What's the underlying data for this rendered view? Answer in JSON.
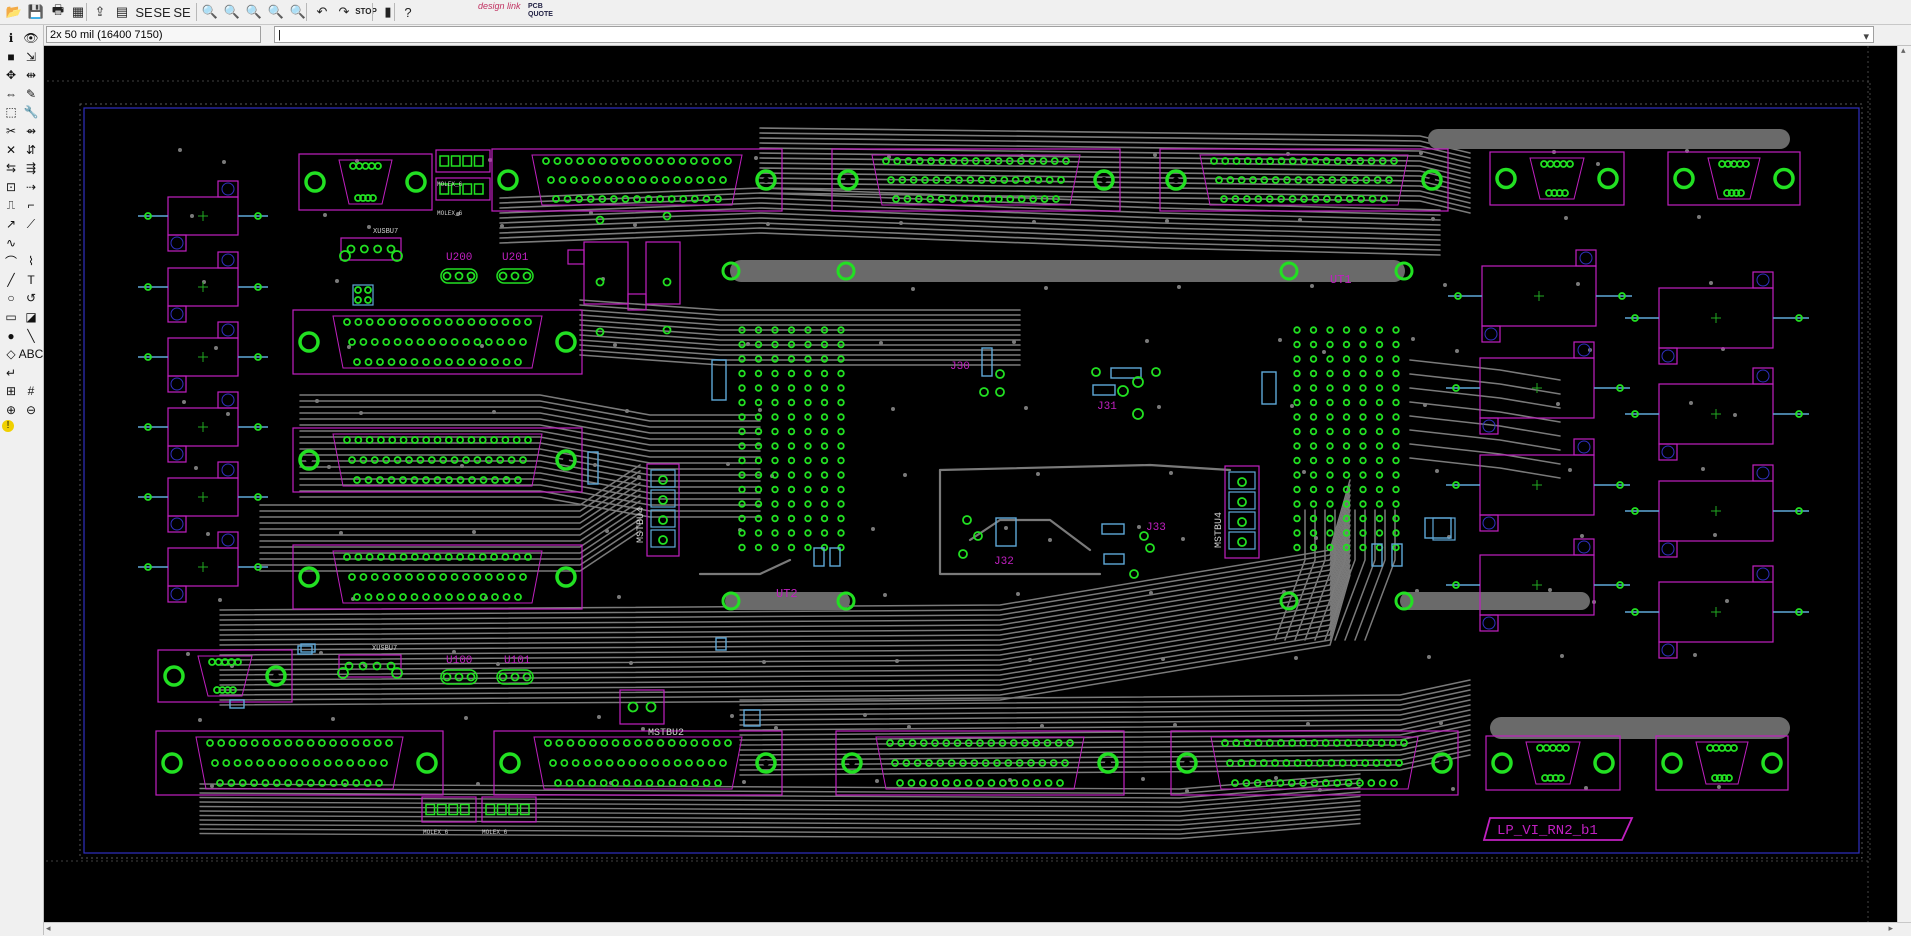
{
  "toolbar": {
    "buttons": [
      {
        "id": "open",
        "icon": "folder-open-icon",
        "glyph": "📂"
      },
      {
        "id": "save",
        "icon": "save-icon",
        "glyph": "💾"
      },
      {
        "id": "print",
        "icon": "print-icon",
        "glyph": "🖶"
      },
      {
        "id": "layers",
        "icon": "layers-icon",
        "glyph": "▦"
      },
      {
        "id": "export",
        "icon": "export-icon",
        "glyph": "⇪"
      },
      {
        "id": "library",
        "icon": "library-icon",
        "glyph": "▤"
      },
      {
        "id": "sel",
        "icon": "sel-icon",
        "glyph": "SE"
      },
      {
        "id": "sel2",
        "icon": "sel-icon",
        "glyph": "SE"
      },
      {
        "id": "sel3",
        "icon": "sel-icon",
        "glyph": "SE"
      },
      {
        "id": "zoom-fit",
        "icon": "zoom-fit-icon",
        "glyph": "🔍"
      },
      {
        "id": "zoom-in",
        "icon": "zoom-in-icon",
        "glyph": "🔍"
      },
      {
        "id": "zoom-out",
        "icon": "zoom-out-icon",
        "glyph": "🔍"
      },
      {
        "id": "zoom-prev",
        "icon": "zoom-prev-icon",
        "glyph": "🔍"
      },
      {
        "id": "zoom-select",
        "icon": "zoom-select-icon",
        "glyph": "🔍"
      },
      {
        "id": "undo",
        "icon": "undo-icon",
        "glyph": "↶"
      },
      {
        "id": "redo",
        "icon": "redo-icon",
        "glyph": "↷"
      },
      {
        "id": "stop",
        "icon": "stop-icon",
        "glyph": "STOP"
      },
      {
        "id": "device",
        "icon": "device-icon",
        "glyph": "▮"
      },
      {
        "id": "help",
        "icon": "help-icon",
        "glyph": "?"
      }
    ],
    "designlink_label": "design link",
    "pcbquote_label": "PCB QUOTE"
  },
  "status": {
    "coordinate": "2x 50 mil (16400 7150)",
    "command": "|"
  },
  "board": {
    "name_label": "LP_VI_RN2_b1",
    "labels": [
      {
        "id": "ut1",
        "text": "UT1"
      },
      {
        "id": "ut2",
        "text": "UT2"
      },
      {
        "id": "j30",
        "text": "J30"
      },
      {
        "id": "j31",
        "text": "J31"
      },
      {
        "id": "j32",
        "text": "J32"
      },
      {
        "id": "j33",
        "text": "J33"
      },
      {
        "id": "u200",
        "text": "U200"
      },
      {
        "id": "u201",
        "text": "U201"
      },
      {
        "id": "u100",
        "text": "U100"
      },
      {
        "id": "u101",
        "text": "U101"
      },
      {
        "id": "mstbu2",
        "text": "MSTBU2"
      },
      {
        "id": "mstbu4a",
        "text": "MSTBU4"
      },
      {
        "id": "mstbu4b",
        "text": "MSTBU4"
      },
      {
        "id": "usb1",
        "text": "XUSBU7"
      },
      {
        "id": "usb2",
        "text": "XUSBU7"
      },
      {
        "id": "molex1",
        "text": "MOLEX_6"
      },
      {
        "id": "molex2",
        "text": "MOLEX_6"
      },
      {
        "id": "molex3",
        "text": "MOLEX_6"
      },
      {
        "id": "molex4",
        "text": "MOLEX_6"
      }
    ]
  },
  "colors": {
    "board_background": "#000000",
    "trace": "#7a7a7a",
    "pad": "#22e022",
    "silkscreen": "#c020c0",
    "smd": "#5fa8d8",
    "outline": "#3030c0"
  }
}
